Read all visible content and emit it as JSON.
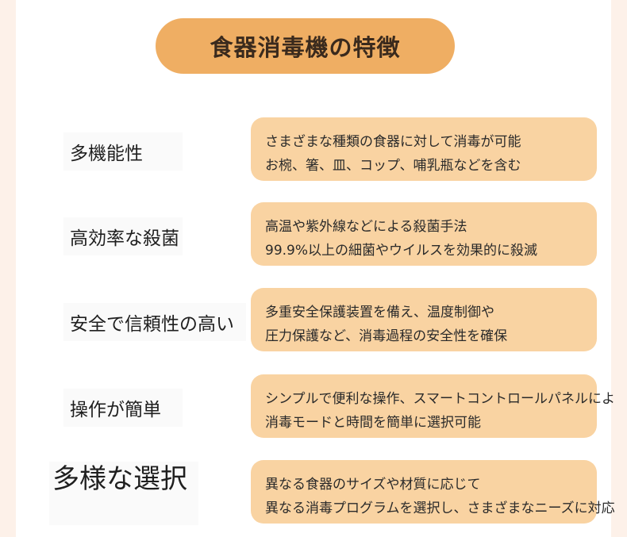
{
  "title": "食器消毒機の特徴",
  "features": [
    {
      "label": "多機能性",
      "line1": "さまざまな種類の食器に対して消毒が可能",
      "line2": "お椀、箸、皿、コップ、哺乳瓶などを含む"
    },
    {
      "label": "高効率な殺菌",
      "line1": "高温や紫外線などによる殺菌手法",
      "line2": "99.9%以上の細菌やウイルスを効果的に殺滅"
    },
    {
      "label": "安全で信頼性の高い",
      "line1": "多重安全保護装置を備え、温度制御や",
      "line2": "圧力保護など、消毒過程の安全性を確保"
    },
    {
      "label": "操作が簡単",
      "line1": "シンプルで便利な操作、スマートコントロールパネルによ",
      "line2": "消毒モードと時間を簡単に選択可能"
    },
    {
      "label": "多様な選択",
      "line1": "異なる食器のサイズや材質に応じて",
      "line2": "異なる消毒プログラムを選択し、さまざまなニーズに対応"
    }
  ]
}
